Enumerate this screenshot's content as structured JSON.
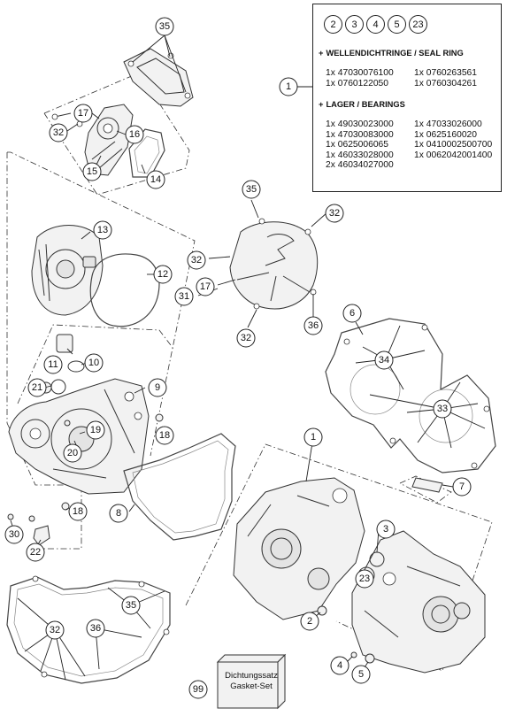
{
  "legend": {
    "circle_refs": [
      "2",
      "3",
      "4",
      "5",
      "23"
    ],
    "seal_heading": "WELLENDICHTRINGE / SEAL RING",
    "seal_items": [
      "1x 47030076100",
      "1x 0760263561",
      "1x 0760122050",
      "1x 0760304261"
    ],
    "bearing_heading": "LAGER / BEARINGS",
    "bearing_items": [
      "1x 49030023000",
      "1x 47033026000",
      "1x 47030083000",
      "1x 0625160020",
      "1x 0625006065",
      "1x 0410002500700",
      "1x 46033028000",
      "1x 0062042001400",
      "2x 46034027000",
      ""
    ],
    "plus_sign": "+"
  },
  "callouts": {
    "c1a": "1",
    "c1b": "1",
    "c2": "2",
    "c3": "3",
    "c4": "4",
    "c5": "5",
    "c6": "6",
    "c7": "7",
    "c8": "8",
    "c9": "9",
    "c10": "10",
    "c11": "11",
    "c12": "12",
    "c13": "13",
    "c14": "14",
    "c15": "15",
    "c16": "16",
    "c17a": "17",
    "c17b": "17",
    "c18a": "18",
    "c18b": "18",
    "c19": "19",
    "c20": "20",
    "c21": "21",
    "c22": "22",
    "c23": "23",
    "c30": "30",
    "c31": "31",
    "c32a": "32",
    "c32b": "32",
    "c32c": "32",
    "c32d": "32",
    "c32e": "32",
    "c33": "33",
    "c34": "34",
    "c35a": "35",
    "c35b": "35",
    "c35c": "35",
    "c36a": "36",
    "c36b": "36",
    "c99": "99"
  },
  "kit": {
    "line1": "Dichtungssatz",
    "line2": "Gasket-Set"
  }
}
